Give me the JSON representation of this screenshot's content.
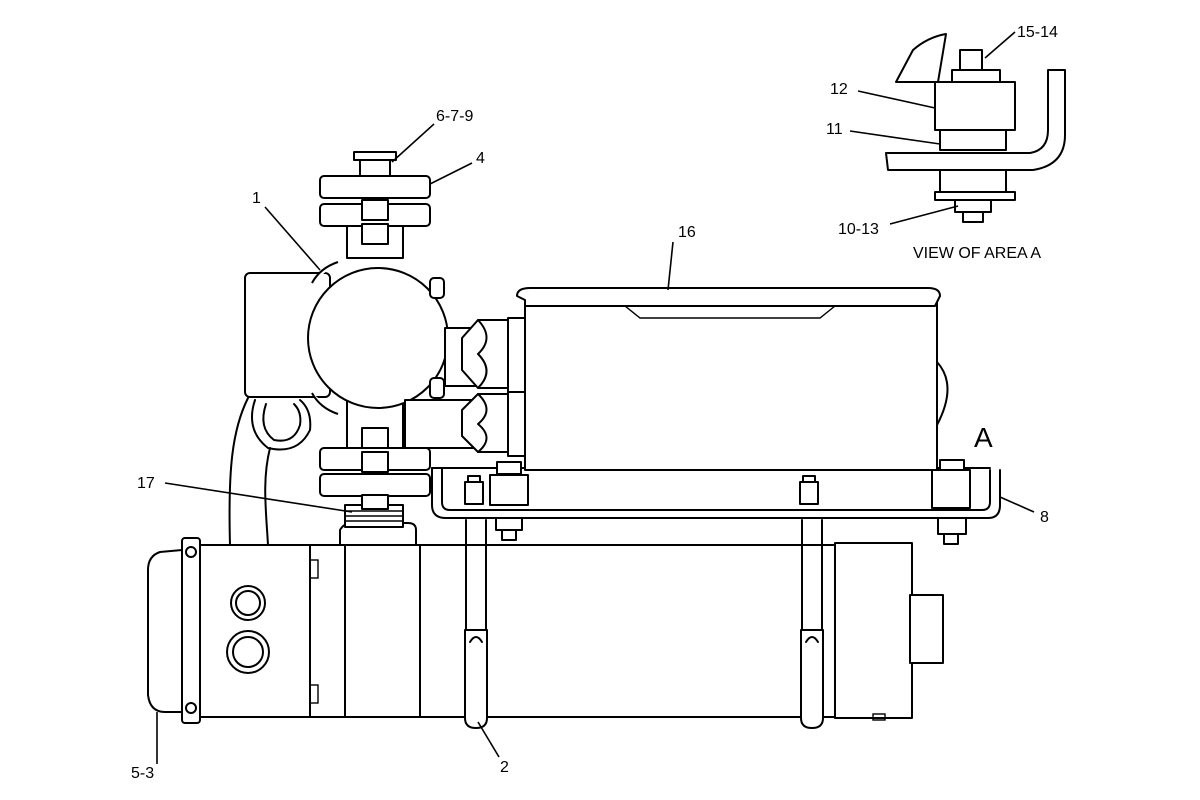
{
  "callouts": {
    "c1": "1",
    "c2": "2",
    "c4": "4",
    "c679": "6-7-9",
    "c8": "8",
    "c1013": "10-13",
    "c11": "11",
    "c12": "12",
    "c1514": "15-14",
    "c16": "16",
    "c17": "17",
    "c53": "5-3"
  },
  "area_marker": "A",
  "detail_caption": "VIEW OF AREA A"
}
